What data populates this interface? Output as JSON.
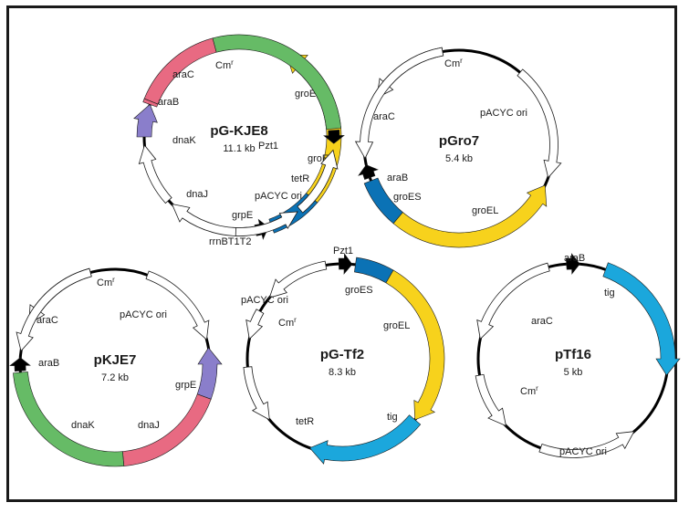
{
  "colors": {
    "yellow": "#f7d21c",
    "blue": "#0b72b5",
    "green": "#66bb66",
    "pink": "#e86a82",
    "purple": "#8a7ecb",
    "cyan": "#1ba7dc",
    "open": "#ffffff",
    "backbone": "#000000"
  },
  "plasmids": [
    {
      "name": "pG-KJE8",
      "size": "11.1 kb",
      "features": [
        {
          "label": "groEL",
          "color": "yellow",
          "start": 30,
          "end": 130,
          "arrow": "ccw"
        },
        {
          "label": "groES",
          "color": "blue",
          "start": 130,
          "end": 160
        },
        {
          "label": "Pzt1",
          "color": "black",
          "start": 162,
          "end": 170,
          "arrow": "ccw"
        },
        {
          "label": "tetR",
          "color": "open",
          "start": 175,
          "end": 225,
          "arrow": "cw"
        },
        {
          "label": "pACYC ori",
          "color": "open",
          "start": 228,
          "end": 265,
          "arrow": "cw"
        },
        {
          "label": "rrnBT1T2",
          "color": "purple",
          "start": 270,
          "end": 290,
          "arrow": "cw"
        },
        {
          "label": "grpE",
          "color": "pink",
          "start": 290,
          "end": 292
        },
        {
          "label": "dnaJ",
          "color": "pink",
          "start": 292,
          "end": 345
        },
        {
          "label": "dnaK",
          "color": "green",
          "start": 345,
          "end": 445
        },
        {
          "label": "araB",
          "color": "black",
          "start": 446,
          "end": 454,
          "arrow": "cw"
        },
        {
          "label": "araC",
          "color": "open",
          "start": 458,
          "end": 500,
          "arrow": "ccw"
        },
        {
          "label": "Cmr",
          "color": "open",
          "start": 502,
          "end": 542,
          "arrow": "ccw"
        }
      ]
    },
    {
      "name": "pGro7",
      "size": "5.4 kb",
      "features": [
        {
          "label": "Cmr",
          "color": "open",
          "start": -60,
          "end": -10,
          "arrow": "ccw"
        },
        {
          "label": "pACYC ori",
          "color": "open",
          "start": 40,
          "end": 110,
          "arrow": "cw"
        },
        {
          "label": "groEL",
          "color": "yellow",
          "start": 115,
          "end": 220,
          "arrow": "ccw"
        },
        {
          "label": "groES",
          "color": "blue",
          "start": 220,
          "end": 248
        },
        {
          "label": "araB",
          "color": "black",
          "start": 250,
          "end": 258,
          "arrow": "cw"
        },
        {
          "label": "araC",
          "color": "open",
          "start": 262,
          "end": 350,
          "arrow": "ccw"
        }
      ]
    },
    {
      "name": "pKJE7",
      "size": "7.2 kb",
      "features": [
        {
          "label": "Cmr",
          "color": "open",
          "start": -65,
          "end": -15,
          "arrow": "ccw"
        },
        {
          "label": "pACYC ori",
          "color": "open",
          "start": 20,
          "end": 75,
          "arrow": "cw"
        },
        {
          "label": "grpE",
          "color": "purple",
          "start": 80,
          "end": 110,
          "arrow": "ccw"
        },
        {
          "label": "dnaJ",
          "color": "pink",
          "start": 110,
          "end": 175
        },
        {
          "label": "dnaK",
          "color": "green",
          "start": 175,
          "end": 265
        },
        {
          "label": "araB",
          "color": "black",
          "start": 266,
          "end": 274,
          "arrow": "cw"
        },
        {
          "label": "araC",
          "color": "open",
          "start": 278,
          "end": 345,
          "arrow": "ccw"
        }
      ]
    },
    {
      "name": "pG-Tf2",
      "size": "8.3 kb",
      "features": [
        {
          "label": "Pzt1",
          "color": "black",
          "start": -2,
          "end": 6,
          "arrow": "cw"
        },
        {
          "label": "groES",
          "color": "blue",
          "start": 8,
          "end": 30
        },
        {
          "label": "groEL",
          "color": "yellow",
          "start": 30,
          "end": 130,
          "arrow": "cw"
        },
        {
          "label": "tig",
          "color": "cyan",
          "start": 130,
          "end": 200,
          "arrow": "cw"
        },
        {
          "label": "tetR",
          "color": "open",
          "start": 230,
          "end": 265,
          "arrow": "ccw"
        },
        {
          "label": "Cmr",
          "color": "open",
          "start": 282,
          "end": 300,
          "arrow": "ccw"
        },
        {
          "label": "pACYC ori",
          "color": "open",
          "start": 310,
          "end": 350,
          "arrow": "ccw"
        }
      ]
    },
    {
      "name": "pTf16",
      "size": "5 kb",
      "features": [
        {
          "label": "araB",
          "color": "black",
          "start": -4,
          "end": 4,
          "arrow": "cw"
        },
        {
          "label": "tig",
          "color": "cyan",
          "start": 20,
          "end": 100,
          "arrow": "cw"
        },
        {
          "label": "pACYC ori",
          "color": "open",
          "start": 140,
          "end": 200,
          "arrow": "ccw"
        },
        {
          "label": "Cmr",
          "color": "open",
          "start": 225,
          "end": 260,
          "arrow": "ccw"
        },
        {
          "label": "araC",
          "color": "open",
          "start": 282,
          "end": 345,
          "arrow": "ccw"
        }
      ]
    }
  ]
}
